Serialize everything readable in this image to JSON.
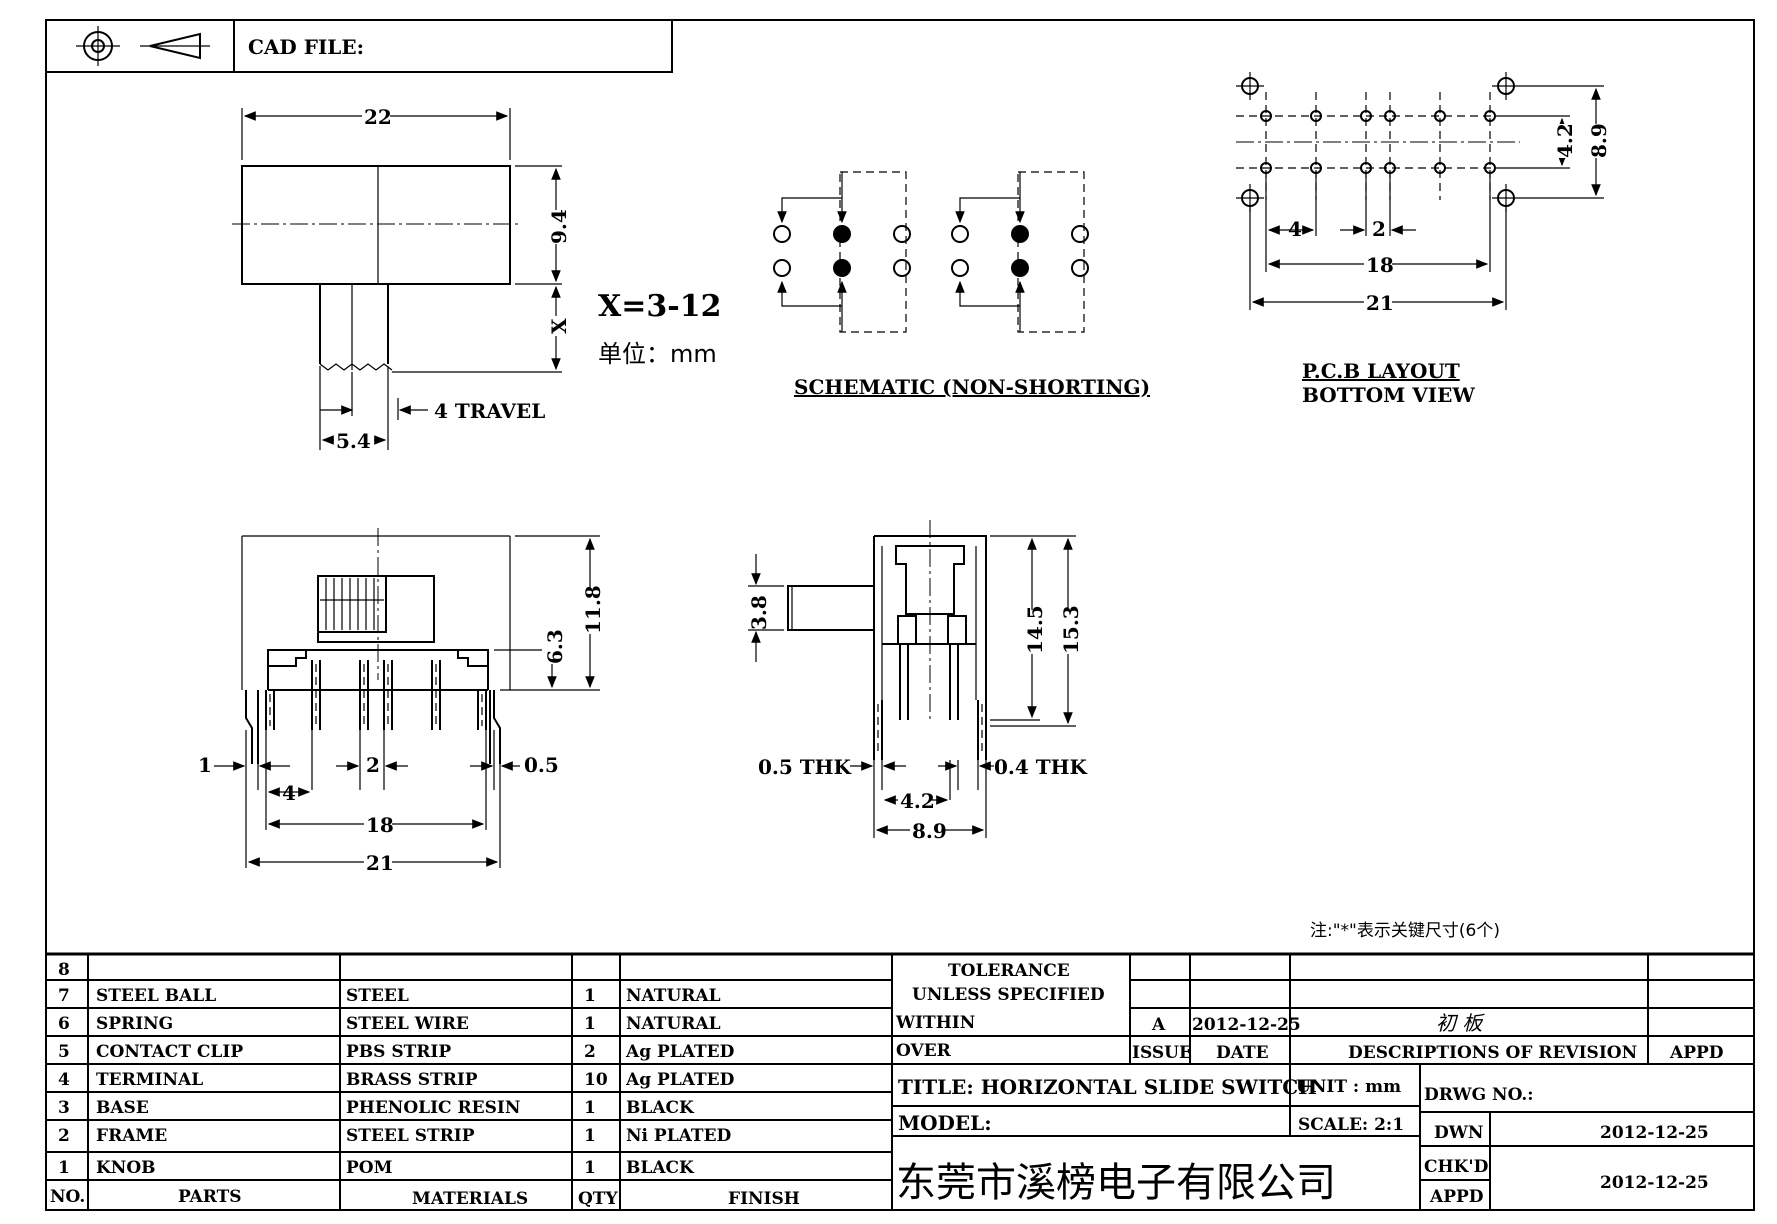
{
  "header": {
    "cad_file_label": "CAD FILE:"
  },
  "top_view": {
    "width_dim": "22",
    "height_dim": "9.4",
    "x_dim": "X",
    "x_range": "X=3-12",
    "unit_note": "单位：mm",
    "travel": "4 TRAVEL",
    "knob_width": "5.4"
  },
  "schematic": {
    "label": "SCHEMATIC (NON-SHORTING)"
  },
  "pcb": {
    "label_line1": "P.C.B LAYOUT",
    "label_line2": "BOTTOM VIEW",
    "dim_42": "4.2",
    "dim_89": "8.9",
    "dim_4": "4",
    "dim_2": "2",
    "dim_18": "18",
    "dim_21": "21"
  },
  "front_view": {
    "dim_118": "11.8",
    "dim_63": "6.3",
    "dim_1": "1",
    "dim_4": "4",
    "dim_2": "2",
    "dim_05": "0.5",
    "dim_18": "18",
    "dim_21": "21"
  },
  "side_view": {
    "dim_38": "3.8",
    "dim_145": "14.5",
    "dim_153": "15.3",
    "thk_05": "0.5 THK",
    "thk_04": "0.4 THK",
    "dim_42": "4.2",
    "dim_89": "8.9"
  },
  "note": "注:\"*\"表示关键尺寸(6个)",
  "bom": {
    "rows": [
      {
        "no": "8",
        "part": "",
        "material": "",
        "qty": "",
        "finish": ""
      },
      {
        "no": "7",
        "part": "STEEL BALL",
        "material": "STEEL",
        "qty": "1",
        "finish": "NATURAL"
      },
      {
        "no": "6",
        "part": "SPRING",
        "material": "STEEL WIRE",
        "qty": "1",
        "finish": "NATURAL"
      },
      {
        "no": "5",
        "part": "CONTACT CLIP",
        "material": "PBS STRIP",
        "qty": "2",
        "finish": "Ag PLATED"
      },
      {
        "no": "4",
        "part": "TERMINAL",
        "material": "BRASS STRIP",
        "qty": "10",
        "finish": "Ag PLATED"
      },
      {
        "no": "3",
        "part": "BASE",
        "material": "PHENOLIC RESIN",
        "qty": "1",
        "finish": "BLACK"
      },
      {
        "no": "2",
        "part": "FRAME",
        "material": "STEEL STRIP",
        "qty": "1",
        "finish": "Ni PLATED"
      },
      {
        "no": "1",
        "part": "KNOB",
        "material": "POM",
        "qty": "1",
        "finish": "BLACK"
      }
    ],
    "headers": {
      "no": "NO.",
      "parts": "PARTS",
      "materials": "MATERIALS",
      "qty": "QTY",
      "finish": "FINISH"
    }
  },
  "title_block": {
    "tolerance_1": "TOLERANCE",
    "tolerance_2": "UNLESS  SPECIFIED",
    "within": "WITHIN",
    "over": "OVER",
    "issue_value": "A",
    "date_value": "2012-12-25",
    "revision_desc": "初 板",
    "issue_label": "ISSUE",
    "date_label": "DATE",
    "desc_label": "DESCRIPTIONS OF REVISION",
    "appd_label": "APPD",
    "title": "TITLE: HORIZONTAL SLIDE SWITCH",
    "unit": "UNIT : mm",
    "drwg_no": "DRWG NO.:",
    "model": "MODEL:",
    "scale": "SCALE: 2:1",
    "dwn_label": "DWN",
    "dwn_date": "2012-12-25",
    "chkd_label": "CHK'D",
    "appd2_label": "APPD",
    "chkd_date": "2012-12-25",
    "company": "东莞市溪榜电子有限公司"
  }
}
